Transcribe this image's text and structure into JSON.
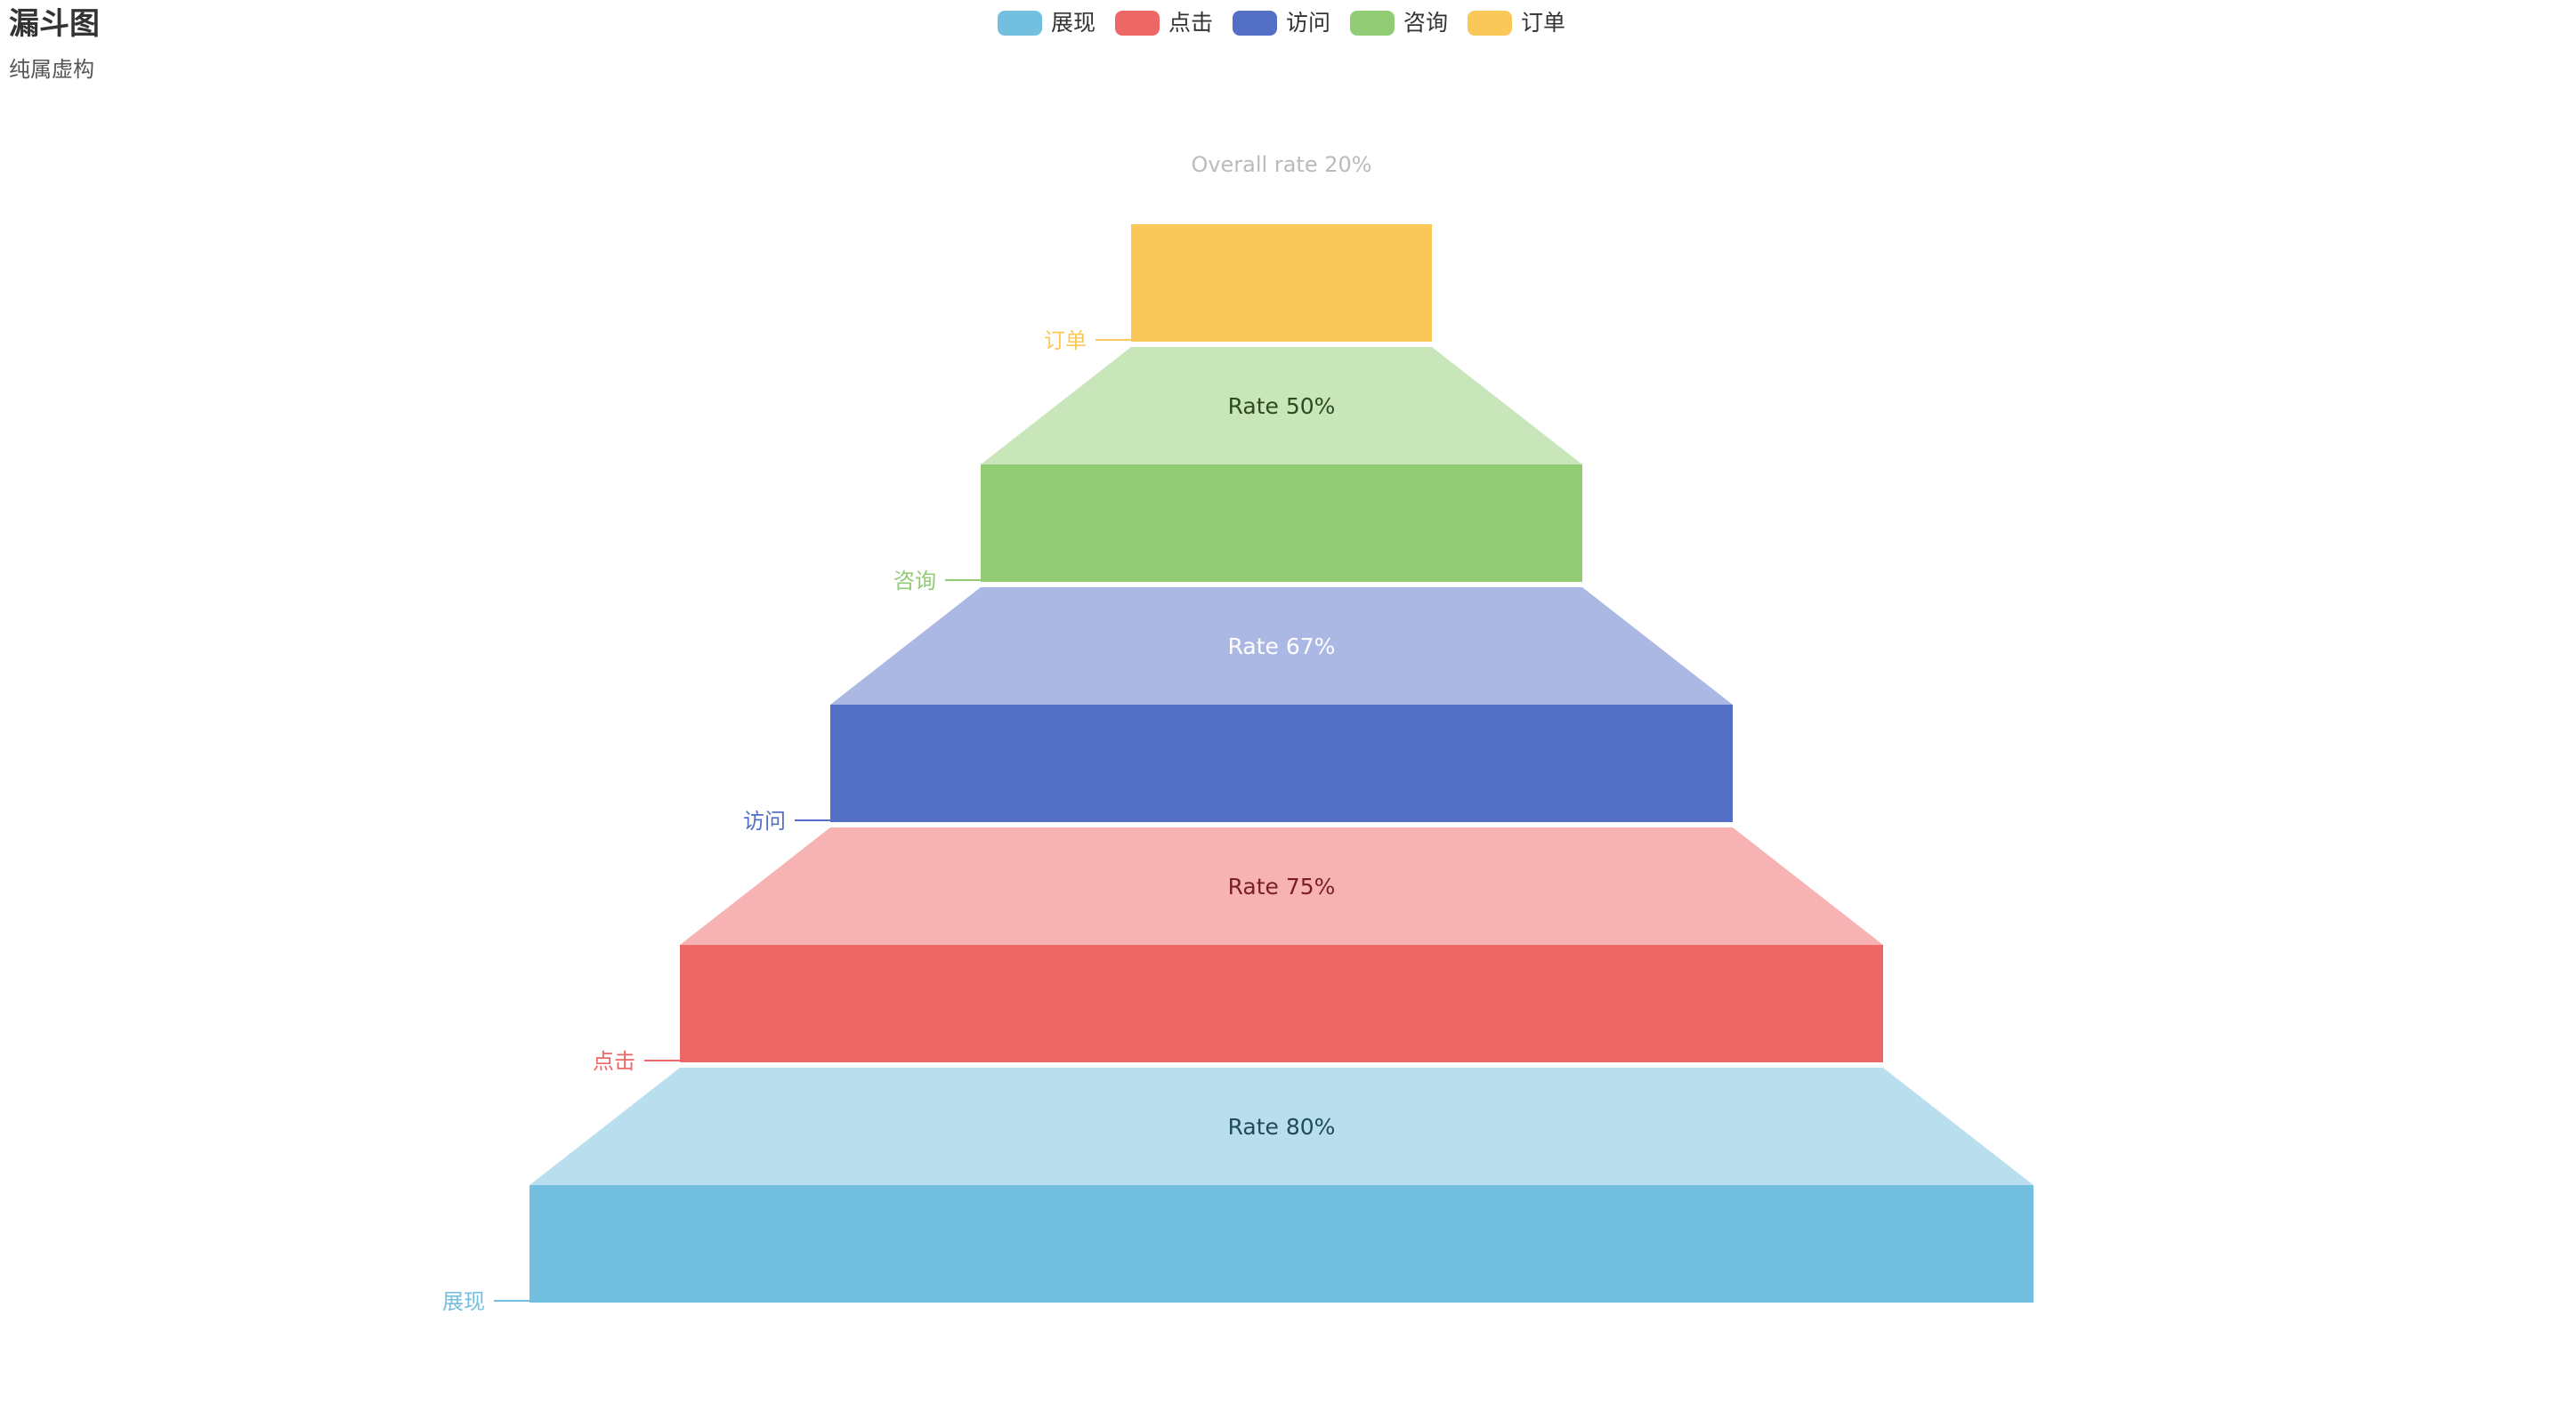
{
  "title": "漏斗图",
  "subtitle": "纯属虚构",
  "legend": [
    {
      "name": "展现",
      "color": "#73bfdf"
    },
    {
      "name": "点击",
      "color": "#ee6767"
    },
    {
      "name": "访问",
      "color": "#5470c6"
    },
    {
      "name": "咨询",
      "color": "#91cc75"
    },
    {
      "name": "订单",
      "color": "#fac858"
    }
  ],
  "overall_rate_label": "Overall rate 20%",
  "chart_data": {
    "type": "funnel",
    "title": "漏斗图",
    "subtitle": "纯属虚构",
    "overall_rate": "Overall rate 20%",
    "stages": [
      {
        "name": "展现",
        "value": 100,
        "color": "#73bfdf",
        "rate_label": ""
      },
      {
        "name": "点击",
        "value": 80,
        "color": "#ee6767",
        "rate_label": "Rate 80%"
      },
      {
        "name": "访问",
        "value": 60,
        "color": "#5470c6",
        "rate_label": "Rate 75%"
      },
      {
        "name": "咨询",
        "value": 40,
        "color": "#91cc75",
        "rate_label": "Rate 67%"
      },
      {
        "name": "订单",
        "value": 20,
        "color": "#fac858",
        "rate_label": "Rate 50%"
      }
    ],
    "rate_label_colors": {
      "点击": "#1e4a5c",
      "访问": "#7a1f1f",
      "咨询": "#ffffff",
      "订单": "#2d4a1e"
    },
    "legend_placement": "top-center"
  }
}
